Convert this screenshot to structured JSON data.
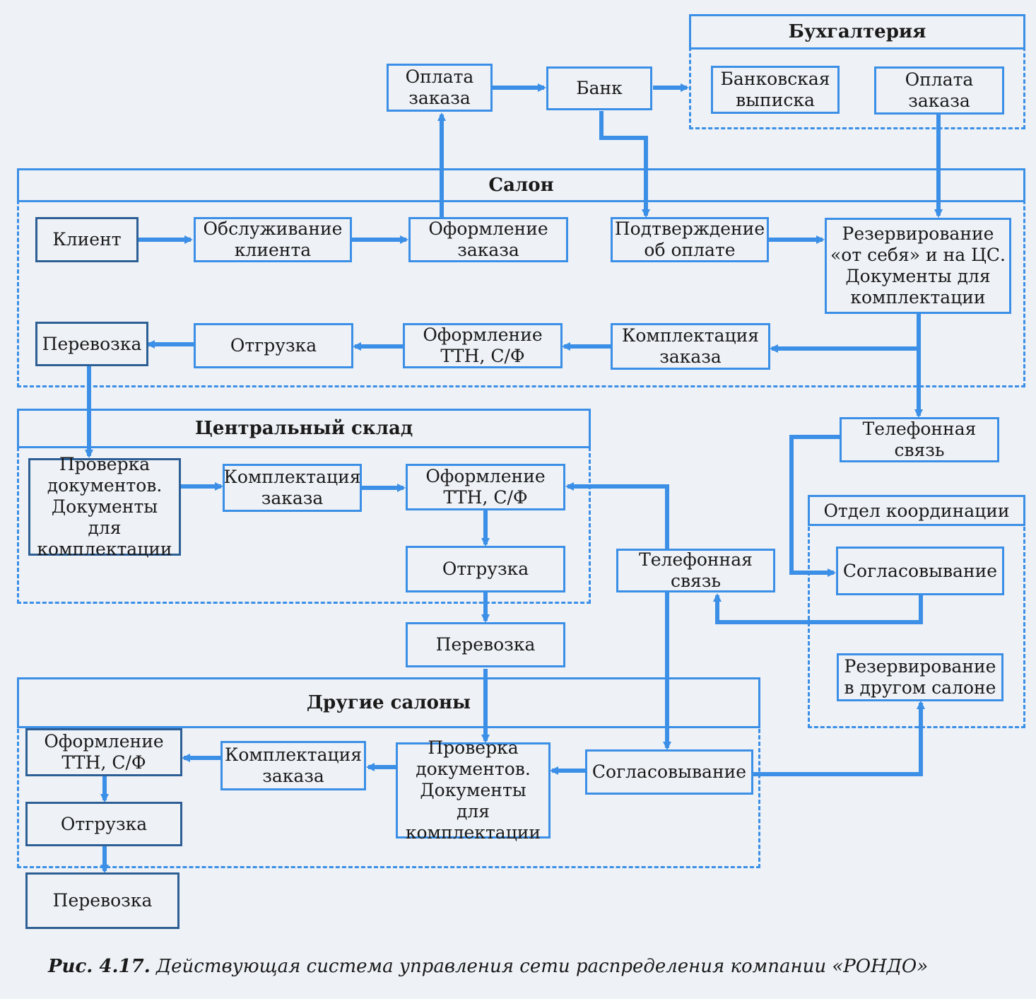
{
  "regions": {
    "accounting": "Бухгалтерия",
    "salon": "Салон",
    "central_warehouse": "Центральный склад",
    "other_salons": "Другие салоны",
    "coordination": "Отдел координации"
  },
  "nodes": {
    "order_payment": "Оплата\nзаказа",
    "bank": "Банк",
    "bank_statement": "Банковская\nвыписка",
    "accounting_order_payment": "Оплата\nзаказа",
    "client": "Клиент",
    "client_service": "Обслуживание\nклиента",
    "order_processing": "Оформление\nзаказа",
    "payment_confirmation": "Подтверждение\nоб оплате",
    "reservation_self_cs": "Резервирование\n«от себя» и на ЦС.\nДокументы для\nкомплектации",
    "salon_transport": "Перевозка",
    "salon_shipment": "Отгрузка",
    "salon_waybill": "Оформление\nТТН, С/Ф",
    "salon_order_picking": "Комплектация\nзаказа",
    "phone_link_right": "Телефонная\nсвязь",
    "cw_doc_check": "Проверка\nдокументов.\nДокументы для\nкомплектации",
    "cw_order_picking": "Комплектация\nзаказа",
    "cw_waybill": "Оформление\nТТН, С/Ф",
    "cw_shipment": "Отгрузка",
    "phone_link_center": "Телефонная\nсвязь",
    "coord_approval": "Согласовывание",
    "cw_transport": "Перевозка",
    "reservation_other_salon": "Резервирование\nв другом салоне",
    "os_waybill": "Оформление\nТТН, С/Ф",
    "os_order_picking": "Комплектация\nзаказа",
    "os_doc_check": "Проверка\nдокументов.\nДокументы для\nкомплектации",
    "os_approval": "Согласовывание",
    "os_shipment": "Отгрузка",
    "os_transport": "Перевозка"
  },
  "caption": {
    "number": "Рис. 4.17.",
    "text": "Действующая система управления сети распределения компании «РОНДО»"
  },
  "colors": {
    "line": "#3b8fe6",
    "dark_border": "#2d5f95",
    "background": "#eef1f6"
  }
}
